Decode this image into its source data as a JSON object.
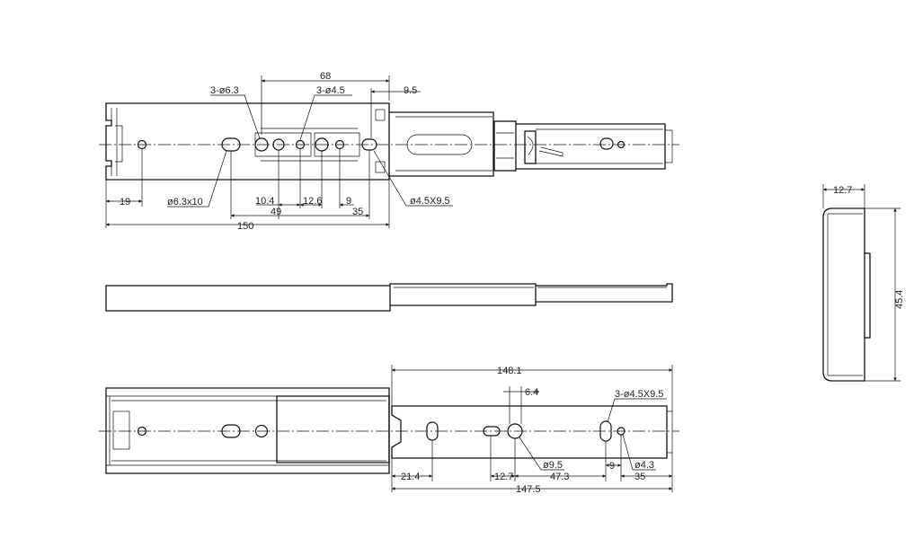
{
  "dimensions": {
    "top_view": {
      "d68": "68",
      "holes_6_3": "3-ø6.3",
      "holes_4_5": "3-ø4.5",
      "d9_5": "9.5",
      "d19": "19",
      "slot_6_3x10": "ø6.3x10",
      "d10_4": "10.4",
      "d12_6": "12.6",
      "d9": "9",
      "d49": "49",
      "d35": "35",
      "slot_4_5x9_5": "ø4.5X9.5",
      "d150": "150"
    },
    "bottom_view": {
      "d148_1": "148.1",
      "d6_4": "6.4",
      "slots_4_5x9_5": "3-ø4.5X9.5",
      "d21_4": "21.4",
      "d12_7": "12.7",
      "hole_9_5": "ø9.5",
      "d47_3": "47.3",
      "d9": "9",
      "hole_4_3": "ø4.3",
      "d35": "35",
      "d147_5": "147.5"
    },
    "end_view": {
      "d12_7": "12.7",
      "d45_4": "45.4"
    }
  }
}
